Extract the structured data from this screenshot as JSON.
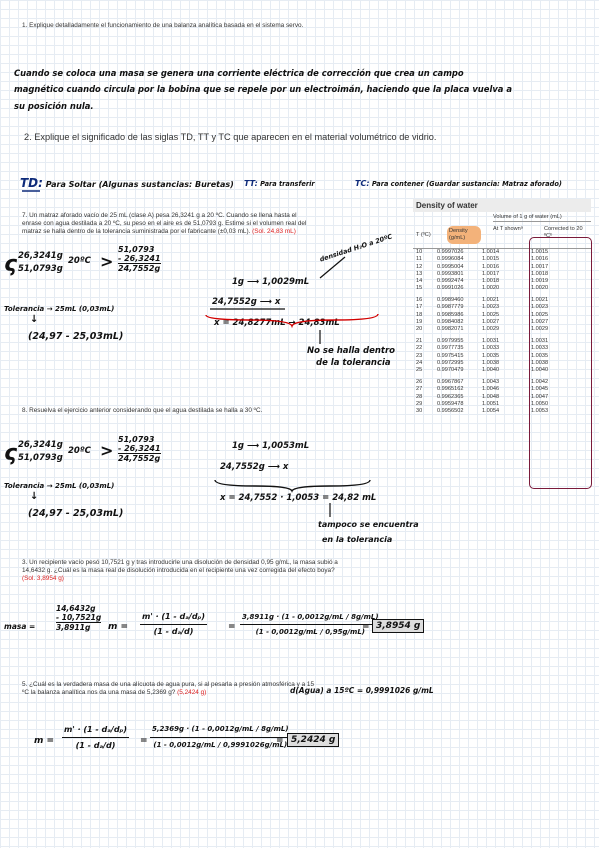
{
  "q1": {
    "number": "1.",
    "text": "Explique detalladamente el funcionamiento de una balanza analítica basada en el sistema servo."
  },
  "a1": {
    "line1": "Cuando se coloca una masa se genera una corriente eléctrica de corrección que crea un campo",
    "line2": "magnético cuando circula por la bobina que se repele por un electroimán, haciendo que la placa vuelva a",
    "line3": "su posición nula."
  },
  "q2": {
    "number": "2.",
    "text": "Explique el significado de las siglas TD, TT y TC que aparecen en el material volumétrico de vidrio."
  },
  "a2": {
    "td_label": "TD:",
    "td_text": "Para Soltar (Algunas sustancias: Buretas)",
    "tt_label": "TT:",
    "tt_text": "Para transferir",
    "tc_label": "TC:",
    "tc_text": "Para contener (Guardar sustancia: Matraz aforado)"
  },
  "q7": {
    "number": "7.",
    "text": "Un matraz aforado vacío de 25 mL (clase A) pesa 26,3241 g a 20 ºC. Cuando se llena hasta el enrase con agua destilada a 20 ºC, su peso en el aire es de 51,0793 g. Estime si el volumen real del matraz se halla dentro de la tolerancia suministrada por el fabricante (±0,03 mL).",
    "solution": "(Sol. 24,83 mL)"
  },
  "a7": {
    "m1": "26,3241g",
    "m2": "51,0793g",
    "temp": "20ºC",
    "sub_top": "51,0793",
    "sub_mid": "26,3241",
    "sub_res": "24,7552g",
    "density_note": "densidad H₂O a 20ºC",
    "eq1": "1g ⟶ 1,0029mL",
    "eq2": "24,7552g ⟶ x",
    "result": "x = 24,8277mL → 24,83mL",
    "tol": "Tolerancia → 25mL (0,03mL)",
    "range": "(24,97 - 25,03mL)",
    "conclusion1": "No se halla dentro",
    "conclusion2": "de la tolerancia"
  },
  "q8": {
    "number": "8.",
    "text": "Resuelva el ejercicio anterior considerando que el agua destilada se halla a 30 ºC."
  },
  "a8": {
    "m1": "26,3241g",
    "m2": "51,0793g",
    "temp": "20ºC",
    "sub_top": "51,0793",
    "sub_mid": "26,3241",
    "sub_res": "24,7552g",
    "eq1": "1g ⟶ 1,0053mL",
    "eq2": "24,7552g ⟶ x",
    "result": "x = 24,7552 · 1,0053 = 24,82 mL",
    "tol": "Tolerancia → 25mL (0,03mL)",
    "range": "(24,97 - 25,03mL)",
    "conclusion1": "tampoco se encuentra",
    "conclusion2": "en la tolerancia"
  },
  "q3": {
    "number": "3.",
    "text": "Un recipiente vacío pesó 10,7521 g y tras introducirle una disolución de densidad 0,95 g/mL, la masa subió a 14,6432 g. ¿Cuál es la masa real de disolución introducida en el recipiente una vez corregida del efecto boya?",
    "solution": "(Sol. 3,8954 g)"
  },
  "a3": {
    "label": "masa =",
    "top": "14,6432g",
    "mid": "- 10,7521g",
    "res": "3,8911g",
    "formula_lhs": "m =",
    "f_num": "m' · (1 - dₐ/dₚ)",
    "f_den": "(1 - dₐ/d)",
    "sub_num": "3,8911g · (1 - 0,0012g/mL / 8g/mL)",
    "sub_den": "(1 - 0,0012g/mL / 0,95g/mL)",
    "result": "3,8954 g"
  },
  "q5": {
    "number": "5.",
    "text": "¿Cuál es la verdadera masa de una alícuota de agua pura, si al pesarla a presión atmosférica y a 15 ºC la balanza analítica nos da una masa de 5,2369 g?",
    "solution": "(5,2424 g)"
  },
  "a5": {
    "note": "d(Agua) a 15ºC = 0,9991026 g/mL",
    "lhs": "m =",
    "f_num": "m' · (1 - dₐ/dₚ)",
    "f_den": "(1 - dₐ/d)",
    "sub_num": "5,2369g · (1 - 0,0012g/mL / 8g/mL)",
    "sub_den": "(1 - 0,0012g/mL / 0,9991026g/mL)",
    "result": "5,2424 g"
  },
  "table": {
    "title": "Density of water",
    "group_header": "Volume of 1 g of water (mL)",
    "col_t": "T (ºC)",
    "col_density": "Density (g/mL)",
    "col_at_t": "At T shownᵃ",
    "col_corrected": "Corrected to 20 ºCᵇ",
    "groups": [
      [
        [
          "10",
          "0.9997026",
          "1.0014",
          "1.0015"
        ],
        [
          "11",
          "0.9996084",
          "1.0015",
          "1.0016"
        ],
        [
          "12",
          "0.9995004",
          "1.0016",
          "1.0017"
        ],
        [
          "13",
          "0.9993801",
          "1.0017",
          "1.0018"
        ],
        [
          "14",
          "0.9992474",
          "1.0018",
          "1.0019"
        ],
        [
          "15",
          "0.9991026",
          "1.0020",
          "1.0020"
        ]
      ],
      [
        [
          "16",
          "0.9989460",
          "1.0021",
          "1.0021"
        ],
        [
          "17",
          "0.9987779",
          "1.0023",
          "1.0023"
        ],
        [
          "18",
          "0.9985986",
          "1.0025",
          "1.0025"
        ],
        [
          "19",
          "0.9984082",
          "1.0027",
          "1.0027"
        ],
        [
          "20",
          "0.9982071",
          "1.0029",
          "1.0029"
        ]
      ],
      [
        [
          "21",
          "0.9979955",
          "1.0031",
          "1.0031"
        ],
        [
          "22",
          "0.9977735",
          "1.0033",
          "1.0033"
        ],
        [
          "23",
          "0.9975415",
          "1.0035",
          "1.0035"
        ],
        [
          "24",
          "0.9972995",
          "1.0038",
          "1.0038"
        ],
        [
          "25",
          "0.9970479",
          "1.0040",
          "1.0040"
        ]
      ],
      [
        [
          "26",
          "0.9967867",
          "1.0043",
          "1.0042"
        ],
        [
          "27",
          "0.9965162",
          "1.0046",
          "1.0045"
        ],
        [
          "28",
          "0.9962365",
          "1.0048",
          "1.0047"
        ],
        [
          "29",
          "0.9959478",
          "1.0051",
          "1.0050"
        ],
        [
          "30",
          "0.9956502",
          "1.0054",
          "1.0053"
        ]
      ]
    ]
  },
  "colors": {
    "handwriting": "#111111",
    "accent_red": "#d10000",
    "highlight": "#f3b27a",
    "table_bracket": "#7a1a3a"
  }
}
